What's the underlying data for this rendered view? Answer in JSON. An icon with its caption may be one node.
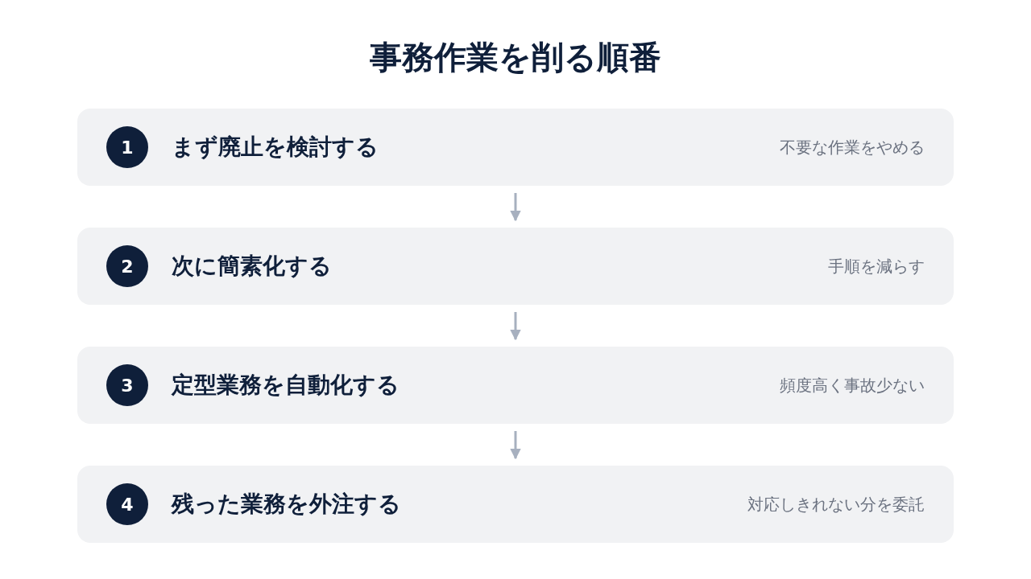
{
  "diagram": {
    "title": "事務作業を削る順番",
    "nodes": [
      {
        "text": [
          "まず廃止を検討する",
          "不要な作業をやめる"
        ]
      },
      {
        "text": [
          "1"
        ],
        "in": 0
      },
      {
        "text": [
          "次に簡素化する",
          "手順を減らす"
        ]
      },
      {
        "text": [
          "2"
        ],
        "in": 2
      },
      {
        "text": [
          "定型業務を自動化する",
          "頻度高く事故少ない"
        ]
      },
      {
        "text": [
          "3"
        ],
        "in": 4
      },
      {
        "text": [
          "残った業務を外注する",
          "対応しきれない分を委託"
        ]
      },
      {
        "text": [
          "4"
        ],
        "in": 6
      }
    ],
    "edges": [
      {
        "from": 0,
        "to": 2,
        "arrow": "to"
      },
      {
        "from": 2,
        "to": 4,
        "arrow": "to"
      },
      {
        "from": 4,
        "to": 6,
        "arrow": "to"
      }
    ]
  }
}
